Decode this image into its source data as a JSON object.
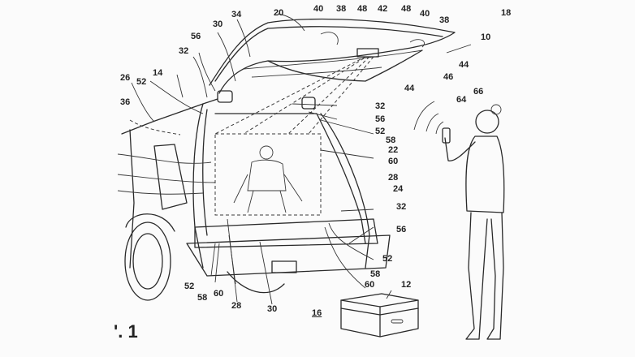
{
  "figure": {
    "caption": "'. 1",
    "description": "Patent line drawing: vehicle with open liftgate projecting an image onto a screen in the cargo opening; a person holding a phone; a package box on the ground",
    "reference_numerals": [
      {
        "id": "n10",
        "text": "10"
      },
      {
        "id": "n12",
        "text": "12"
      },
      {
        "id": "n14",
        "text": "14"
      },
      {
        "id": "n16",
        "text": "16",
        "underlined": true
      },
      {
        "id": "n18",
        "text": "18"
      },
      {
        "id": "n20",
        "text": "20"
      },
      {
        "id": "n22",
        "text": "22"
      },
      {
        "id": "n24",
        "text": "24"
      },
      {
        "id": "n26",
        "text": "26"
      },
      {
        "id": "n28a",
        "text": "28"
      },
      {
        "id": "n28b",
        "text": "28"
      },
      {
        "id": "n30a",
        "text": "30"
      },
      {
        "id": "n30b",
        "text": "30"
      },
      {
        "id": "n32a",
        "text": "32"
      },
      {
        "id": "n32b",
        "text": "32"
      },
      {
        "id": "n32c",
        "text": "32"
      },
      {
        "id": "n34",
        "text": "34"
      },
      {
        "id": "n36",
        "text": "36"
      },
      {
        "id": "n38a",
        "text": "38"
      },
      {
        "id": "n38b",
        "text": "38"
      },
      {
        "id": "n40a",
        "text": "40"
      },
      {
        "id": "n40b",
        "text": "40"
      },
      {
        "id": "n42",
        "text": "42"
      },
      {
        "id": "n44a",
        "text": "44"
      },
      {
        "id": "n44b",
        "text": "44"
      },
      {
        "id": "n46",
        "text": "46"
      },
      {
        "id": "n48a",
        "text": "48"
      },
      {
        "id": "n48b",
        "text": "48"
      },
      {
        "id": "n52a",
        "text": "52"
      },
      {
        "id": "n52b",
        "text": "52"
      },
      {
        "id": "n52c",
        "text": "52"
      },
      {
        "id": "n52d",
        "text": "52"
      },
      {
        "id": "n56a",
        "text": "56"
      },
      {
        "id": "n56b",
        "text": "56"
      },
      {
        "id": "n56c",
        "text": "56"
      },
      {
        "id": "n58a",
        "text": "58"
      },
      {
        "id": "n58b",
        "text": "58"
      },
      {
        "id": "n58c",
        "text": "58"
      },
      {
        "id": "n60a",
        "text": "60"
      },
      {
        "id": "n60b",
        "text": "60"
      },
      {
        "id": "n60c",
        "text": "60"
      },
      {
        "id": "n64",
        "text": "64"
      },
      {
        "id": "n66",
        "text": "66"
      }
    ]
  }
}
